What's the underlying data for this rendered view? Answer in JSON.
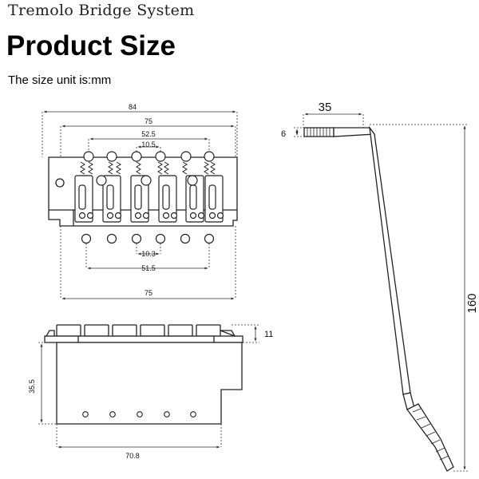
{
  "header": {
    "title": "Tremolo Bridge System",
    "heading": "Product Size",
    "unit_note": "The size unit is:mm"
  },
  "dimensions": {
    "top_view": {
      "overall_width": "84",
      "saddle_span": "75",
      "outer_string_spacing": "52.5",
      "string_spacing": "10.5",
      "hole_spacing": "10.3",
      "outer_hole_spacing": "51.5",
      "plate_width": "75"
    },
    "side_view": {
      "height": "11",
      "block_depth": "35.5",
      "block_width": "70.8"
    },
    "arm": {
      "thread_length": "6",
      "arm_offset": "35",
      "arm_length": "160"
    }
  }
}
